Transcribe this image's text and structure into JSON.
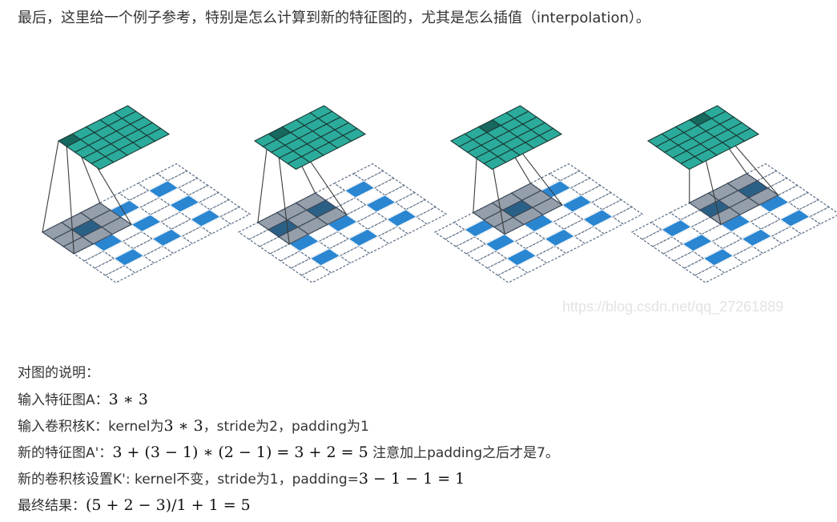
{
  "intro": "最后，这里给一个例子参考，特别是怎么计算到新的特征图的，尤其是怎么插值（interpolation）。",
  "watermark": "https://blog.csdn.net/qq_27261889",
  "notes": {
    "heading": "对图的说明：",
    "line1_label": "输入特征图A：",
    "line1_math": "3 ∗ 3",
    "line2_label": "输入卷积核K：kernel为",
    "line2_math": "3 ∗ 3",
    "line2_rest": "，stride为2，padding为1",
    "line3_label": "新的特征图A'：",
    "line3_math": "3 + (3 − 1) ∗ (2 − 1) = 3 + 2 = 5",
    "line3_rest": " 注意加上padding之后才是7。",
    "line4_label": "新的卷积核设置K': kernel不变，stride为1，padding=",
    "line4_math": "3 − 1 − 1 = 1",
    "line5_label": "最终结果：",
    "line5_math": "(5 + 2 − 3)/1 + 1 = 5"
  },
  "colors": {
    "teal": "#2bab9b",
    "teal_dark": "#17695f",
    "blue": "#2a86d1",
    "gray": "#8e9aa6",
    "gray_blue": "#2b5e82"
  }
}
